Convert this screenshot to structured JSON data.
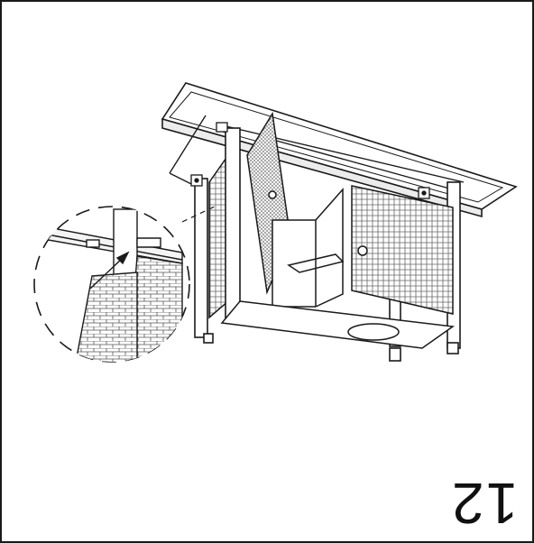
{
  "step": {
    "number": "12"
  },
  "colors": {
    "line": "#1a1a1a",
    "hatch": "#555555",
    "background": "#ffffff"
  },
  "icons": {
    "cabinet": "upside-down-cabinet-illustration",
    "detail": "magnified-detail-circle",
    "arrow": "pointer-arrow"
  }
}
